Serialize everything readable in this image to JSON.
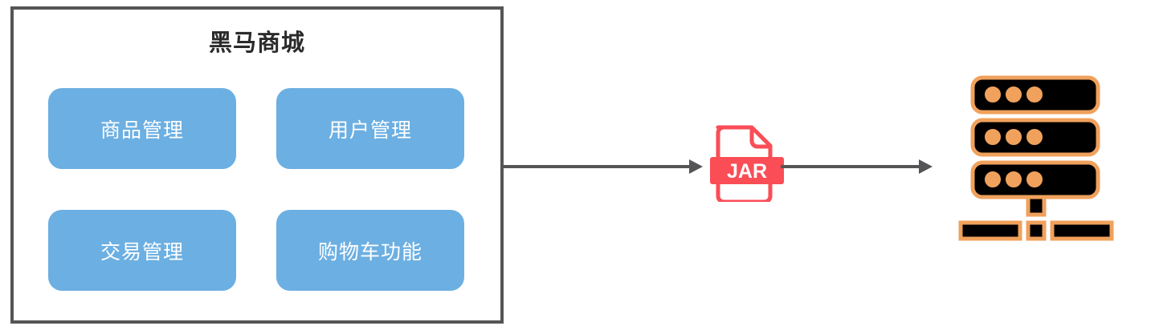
{
  "diagram": {
    "app": {
      "title": "黑马商城",
      "border_color": "#555557",
      "modules": [
        {
          "label": "商品管理",
          "name": "product-management"
        },
        {
          "label": "用户管理",
          "name": "user-management"
        },
        {
          "label": "交易管理",
          "name": "trade-management"
        },
        {
          "label": "购物车功能",
          "name": "shopping-cart"
        }
      ],
      "module_color": "#6cafe2",
      "module_text_color": "#ffffff"
    },
    "artifact": {
      "label": "JAR",
      "icon": "jar-file-icon",
      "color": "#fa4d56"
    },
    "deploy_target": {
      "icon": "server-icon",
      "body_color": "#000000",
      "accent_color": "#f0a15c",
      "racks": 3,
      "leds_per_rack": 3
    },
    "arrows": [
      {
        "name": "package-arrow",
        "color": "#555557"
      },
      {
        "name": "deploy-arrow",
        "color": "#555557"
      }
    ]
  }
}
